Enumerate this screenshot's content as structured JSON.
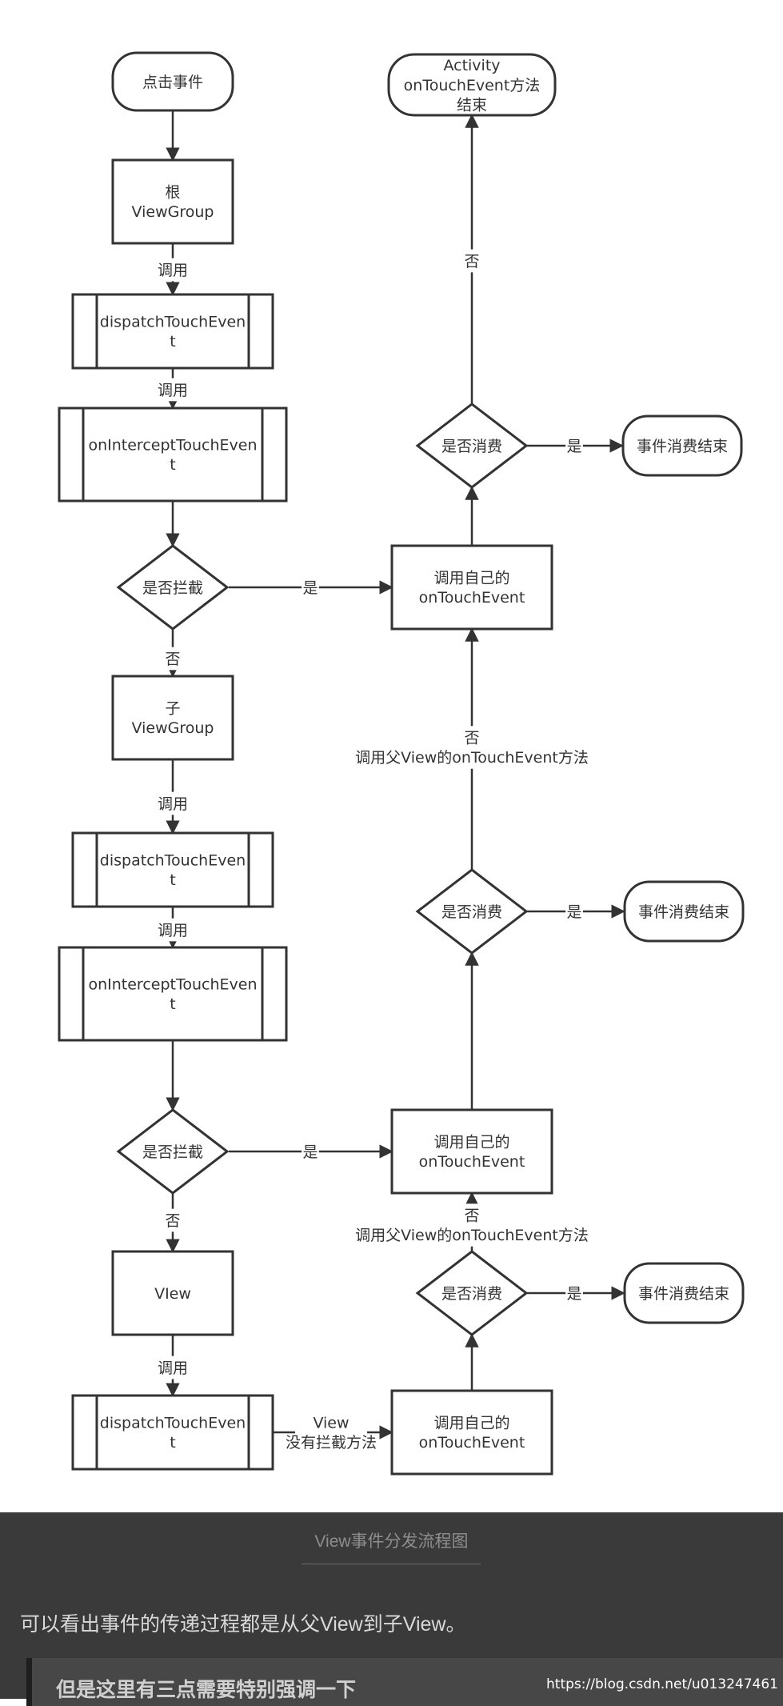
{
  "diagram": {
    "nodes": [
      {
        "id": "n_click",
        "label": "点击事件"
      },
      {
        "id": "n_root",
        "label": "根\nViewGroup"
      },
      {
        "id": "n_dispatch1",
        "label": "dispatchTouchEven\nt"
      },
      {
        "id": "n_intercept1",
        "label": "onInterceptTouchEven\nt"
      },
      {
        "id": "n_isIntercept1",
        "label": "是否拦截"
      },
      {
        "id": "n_child",
        "label": "子\nViewGroup"
      },
      {
        "id": "n_dispatch2",
        "label": "dispatchTouchEven\nt"
      },
      {
        "id": "n_intercept2",
        "label": "onInterceptTouchEven\nt"
      },
      {
        "id": "n_isIntercept2",
        "label": "是否拦截"
      },
      {
        "id": "n_view",
        "label": "VIew"
      },
      {
        "id": "n_dispatch3",
        "label": "dispatchTouchEven\nt"
      },
      {
        "id": "n_activity",
        "label": "Activity\nonTouchEvent方法\n结束"
      },
      {
        "id": "n_consumed1",
        "label": "是否消费"
      },
      {
        "id": "n_end1",
        "label": "事件消费结束"
      },
      {
        "id": "n_self1",
        "label": "调用自己的\nonTouchEvent"
      },
      {
        "id": "n_consumed2",
        "label": "是否消费"
      },
      {
        "id": "n_end2",
        "label": "事件消费结束"
      },
      {
        "id": "n_self2",
        "label": "调用自己的\nonTouchEvent"
      },
      {
        "id": "n_consumed3",
        "label": "是否消费"
      },
      {
        "id": "n_end3",
        "label": "事件消费结束"
      },
      {
        "id": "n_self3",
        "label": "调用自己的\nonTouchEvent"
      }
    ],
    "edges": [
      {
        "from": "n_click",
        "to": "n_root",
        "label": ""
      },
      {
        "from": "n_root",
        "to": "n_dispatch1",
        "label": "调用"
      },
      {
        "from": "n_dispatch1",
        "to": "n_intercept1",
        "label": "调用"
      },
      {
        "from": "n_intercept1",
        "to": "n_isIntercept1",
        "label": ""
      },
      {
        "from": "n_isIntercept1",
        "to": "n_child",
        "label": "否"
      },
      {
        "from": "n_isIntercept1",
        "to": "n_self1",
        "label": "是"
      },
      {
        "from": "n_child",
        "to": "n_dispatch2",
        "label": "调用"
      },
      {
        "from": "n_dispatch2",
        "to": "n_intercept2",
        "label": "调用"
      },
      {
        "from": "n_intercept2",
        "to": "n_isIntercept2",
        "label": ""
      },
      {
        "from": "n_isIntercept2",
        "to": "n_view",
        "label": "否"
      },
      {
        "from": "n_isIntercept2",
        "to": "n_self2",
        "label": "是"
      },
      {
        "from": "n_view",
        "to": "n_dispatch3",
        "label": "调用"
      },
      {
        "from": "n_dispatch3",
        "to": "n_self3",
        "label": "View\n没有拦截方法"
      },
      {
        "from": "n_self3",
        "to": "n_consumed3",
        "label": ""
      },
      {
        "from": "n_consumed3",
        "to": "n_end3",
        "label": "是"
      },
      {
        "from": "n_consumed3",
        "to": "n_self2",
        "label": "否\n调用父View的onTouchEvent方法"
      },
      {
        "from": "n_self2",
        "to": "n_consumed2",
        "label": ""
      },
      {
        "from": "n_consumed2",
        "to": "n_end2",
        "label": "是"
      },
      {
        "from": "n_consumed2",
        "to": "n_self1",
        "label": "否\n调用父View的onTouchEvent方法"
      },
      {
        "from": "n_self1",
        "to": "n_consumed1",
        "label": ""
      },
      {
        "from": "n_consumed1",
        "to": "n_end1",
        "label": "是"
      },
      {
        "from": "n_consumed1",
        "to": "n_activity",
        "label": "否"
      }
    ]
  },
  "caption": "View事件分发流程图",
  "body_text": "可以看出事件的传递过程都是从父View到子View。",
  "blockquote_text": "但是这里有三点需要特别强调一下",
  "watermark": "https://blog.csdn.net/u013247461"
}
